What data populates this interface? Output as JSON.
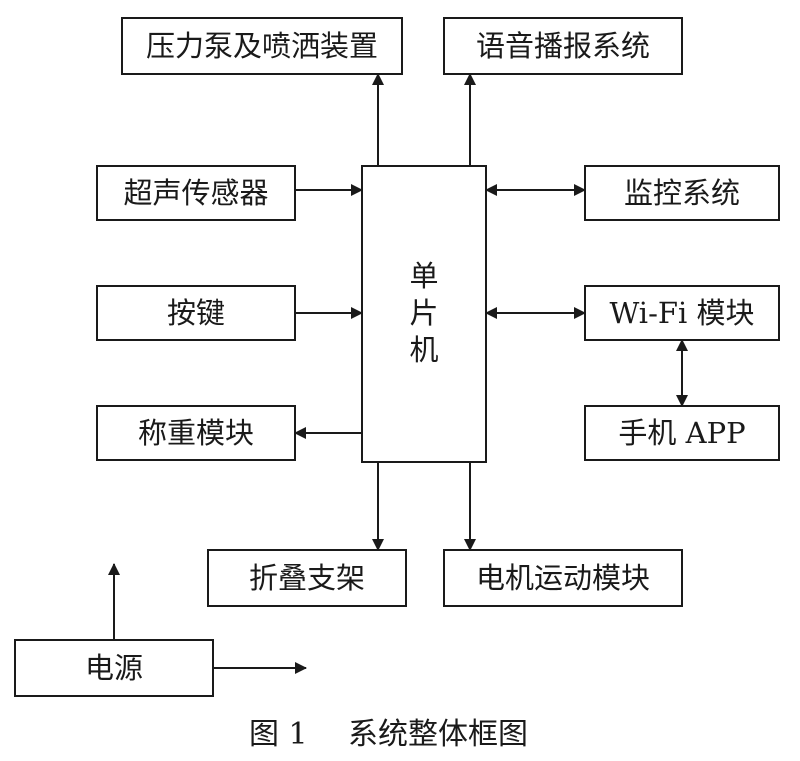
{
  "nodes": {
    "pump": "压力泵及喷洒装置",
    "voice": "语音播报系统",
    "ultrasonic": "超声传感器",
    "monitor": "监控系统",
    "mcu": [
      "单",
      "片",
      "机"
    ],
    "keys": "按键",
    "wifi": "Wi-Fi 模块",
    "weigh": "称重模块",
    "app": "手机 APP",
    "fold": "折叠支架",
    "motor": "电机运动模块",
    "power": "电源"
  },
  "caption": {
    "fig": "图 1",
    "text": "系统整体框图"
  }
}
